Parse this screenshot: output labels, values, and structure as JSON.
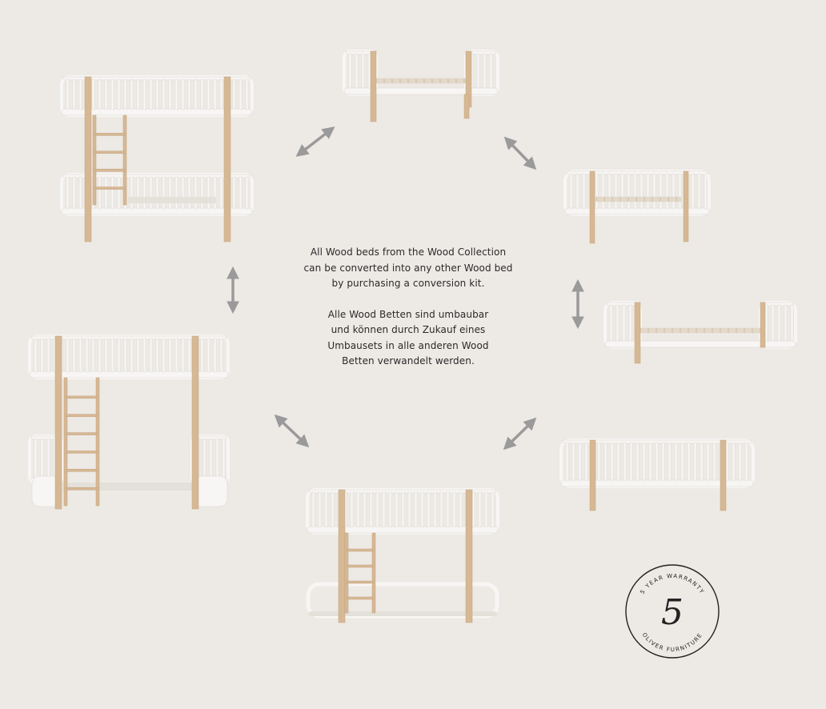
{
  "description_en": [
    "All Wood beds from the Wood Collection",
    "can be converted into any other Wood bed",
    "by purchasing a conversion kit."
  ],
  "description_de": [
    "Alle Wood Betten sind umbaubar",
    "und können durch Zukauf eines",
    "Umbausets in alle anderen Wood",
    "Betten verwandelt werden."
  ],
  "seal": {
    "top_text": "5 YEAR WARRANTY",
    "number": "5",
    "bottom_text": "OLIVER FURNITURE"
  },
  "colors": {
    "background": "#ede9e5",
    "white_frame": "#f7f6f4",
    "oak": "#d6b894",
    "arrow": "#9a9a9a",
    "text": "#2a2a2a"
  }
}
